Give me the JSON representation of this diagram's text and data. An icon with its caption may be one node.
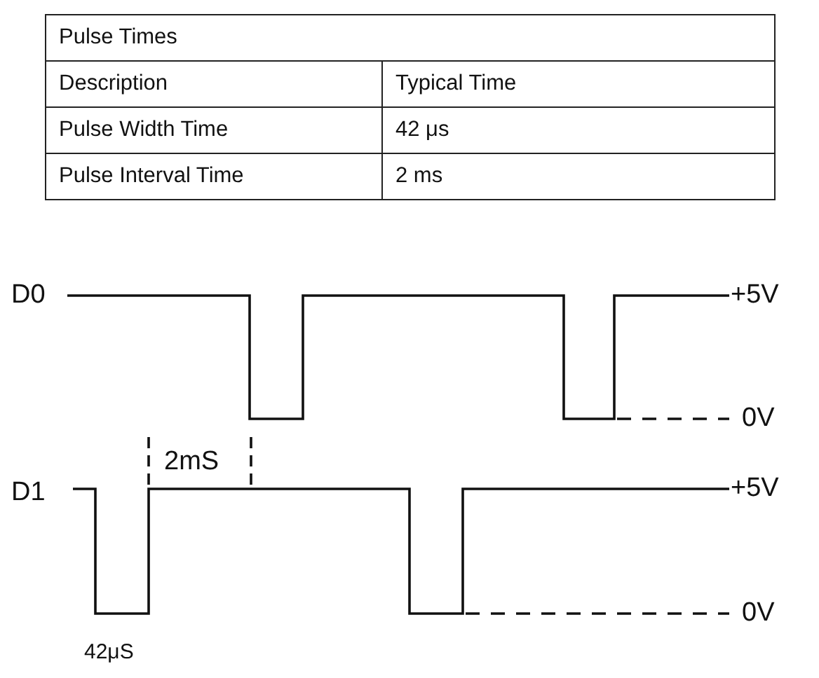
{
  "diagram": {
    "labels": [
      "Pulse Times",
      "Description",
      "Typical Time",
      "Pulse Width Time",
      "42 μs",
      "Pulse Interval Time",
      "2 ms",
      "D0",
      "+5V",
      "0V",
      "D1",
      "2mS",
      "+5V",
      "0V",
      "42μS"
    ]
  }
}
